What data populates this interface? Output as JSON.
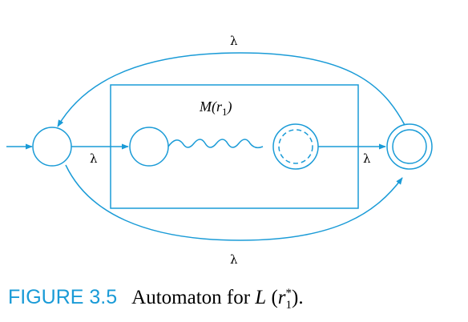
{
  "diagram": {
    "machine_label_main": "M(r",
    "machine_label_sub": "1",
    "machine_label_close": ")",
    "lambda": "λ",
    "edges": {
      "top_back": "λ",
      "bottom_skip": "λ",
      "into_machine": "λ",
      "out_of_machine": "λ"
    },
    "stroke_color": "#1a9bd7"
  },
  "caption": {
    "label": "FIGURE 3.5",
    "text": "Automaton for",
    "lang": "L",
    "open": "(",
    "r": "r",
    "star": "*",
    "sub": "1",
    "close": ")."
  }
}
